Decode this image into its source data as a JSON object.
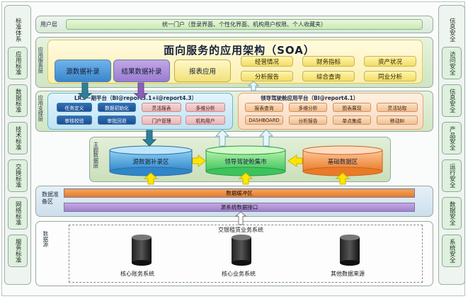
{
  "left_column": {
    "items": [
      {
        "label": "标准体系"
      },
      {
        "label": "应用标准"
      },
      {
        "label": "数据标准"
      },
      {
        "label": "技术标准"
      },
      {
        "label": "交换标准"
      },
      {
        "label": "网络标准"
      },
      {
        "label": "服务标准"
      }
    ]
  },
  "right_column": {
    "items": [
      {
        "label": "信息安全"
      },
      {
        "label": "访问安全"
      },
      {
        "label": "信息安全"
      },
      {
        "label": "产品安全"
      },
      {
        "label": "运行安全"
      },
      {
        "label": "数据安全"
      },
      {
        "label": "系统安全"
      }
    ]
  },
  "user_layer": {
    "label": "用户层",
    "portal": "统一门户（登录界面、个性化界面、机构用户权限、个人收藏夹）"
  },
  "app_service_layer": {
    "label": "应用服务层",
    "title": "面向服务的应用架构（SOA）",
    "btn_source": "源数据补录",
    "btn_result": "结果数据补录",
    "btn_report": "报表应用",
    "apps": [
      "经营情况",
      "财务指标",
      "资产状况",
      "分析报告",
      "综合查询",
      "同业分析"
    ]
  },
  "app_support_layer": {
    "label": "应用支撑层",
    "lrs_title": "LRS一期平台（BI@report3.1+i@report4.3）",
    "lrs_blue": [
      "任务定义",
      "数据初始化",
      "审核校验",
      "审批回退"
    ],
    "lrs_pink": [
      "灵活报表",
      "多维分析",
      "门户管理",
      "机构用户"
    ],
    "cockpit_title": "领导驾驶舱应用平台（BI@report4.1）",
    "cockpit_items": [
      "报表查询",
      "多维分析",
      "图表展现",
      "灵活钻取",
      "DASHBOARD",
      "分析报告",
      "单点集成",
      "移动BI"
    ]
  },
  "topic_data_layer": {
    "label": "主题数据层",
    "source_zone": "源数据补录区",
    "mart": "领导驾驶舱集市",
    "base_zone": "基础数据区"
  },
  "data_prep_layer": {
    "label": "数据准备区",
    "buffer": "数据缓冲区",
    "interface": "源系统数据接口"
  },
  "data_source_layer": {
    "label": "数据源",
    "title": "交银租赁业务系统",
    "sources": [
      "核心账务系统",
      "核心业务系统",
      "其他数据来源"
    ]
  },
  "colors": {
    "layer_green": "#d7ecd0",
    "accent_blue": "#2a6fb8",
    "accent_orange": "#ef8a3c",
    "accent_purple": "#9b7bd0",
    "mart_green": "#4fd36b",
    "arrow_yellow": "#ffe600"
  }
}
